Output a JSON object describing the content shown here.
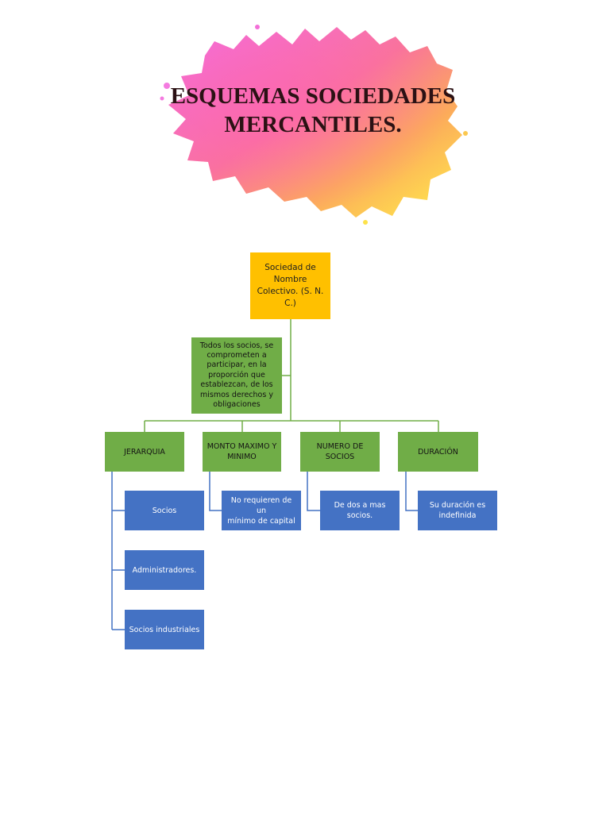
{
  "document": {
    "title": "ESQUEMAS SOCIEDADES\nMERCANTILES."
  },
  "colors": {
    "root_fill": "#ffc000",
    "green_fill": "#70ad47",
    "blue_fill": "#4472c4",
    "green_line": "#70ad47",
    "blue_line": "#4472c4"
  },
  "diagram": {
    "root": "Sociedad de\nNombre\nColectivo.  (S. N. C.)",
    "description": "Todos los socios, se\ncomprometen a\nparticipar, en la\nproporción que\nestablezcan, de los\nmismos derechos y\nobligaciones",
    "categories": [
      {
        "label": "JERARQUIA",
        "children": [
          "Socios",
          "Administradores.",
          "Socios industriales"
        ]
      },
      {
        "label": "MONTO MAXIMO Y\nMINIMO",
        "children": [
          "No requieren de un\nmínimo de capital"
        ]
      },
      {
        "label": "NUMERO DE SOCIOS",
        "children": [
          "De dos a mas socios."
        ]
      },
      {
        "label": "DURACIÓN",
        "children": [
          "Su duración es\nindefinida"
        ]
      }
    ]
  }
}
